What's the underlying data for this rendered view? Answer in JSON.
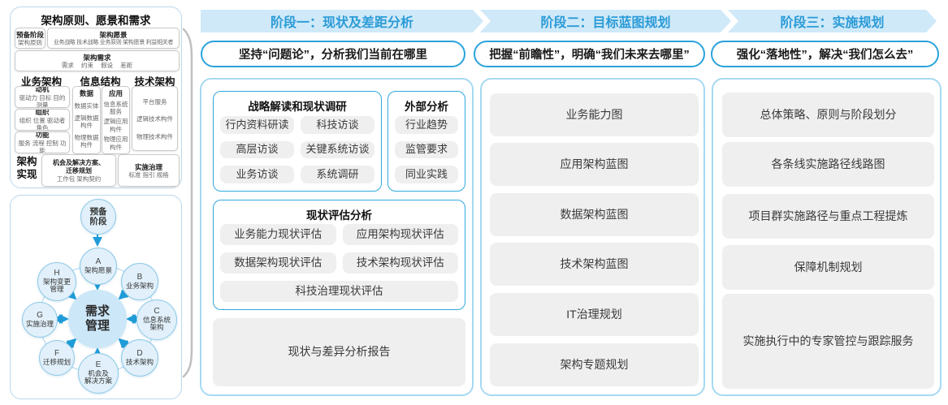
{
  "colors": {
    "band_bg": "#cfe9f8",
    "band_text": "#2b9bd7",
    "accent_border": "#2aa3dc",
    "panel_border": "#a6d9f2",
    "gray_item_bg": "#efefef",
    "arrow_blue": "#1f9cd8"
  },
  "left": {
    "framework": {
      "title": "架构原则、愿景和需求",
      "prep_title": "预备阶段",
      "prep_text": "架构原则",
      "vision_title": "架构愿景",
      "vision_text": "业务战略 技术战略 业务原则 架构愿景 利益相关者",
      "req_title": "架构需求",
      "req_text": "需求 约束 假设 差距",
      "biz_header": "业务架构",
      "biz_boxes": [
        {
          "title": "动机",
          "text": "驱动力 目标 目的 测量"
        },
        {
          "title": "组织",
          "text": "组织 位置 驱动者 角色"
        },
        {
          "title": "功能",
          "text": "服务 流程 控制 功能"
        }
      ],
      "info_header": "信息结构",
      "info_data_title": "数据",
      "info_data_items": [
        "数据实体",
        "逻辑数据构件",
        "物理数据构件"
      ],
      "info_app_title": "应用",
      "info_app_items": [
        "信息系统服务",
        "逻辑应用构件",
        "物理应用构件"
      ],
      "tech_header": "技术架构",
      "tech_items": [
        "平台服务",
        "逻辑技术构件",
        "物理技术构件"
      ],
      "impl_label": "架构\n实现",
      "impl_box1_title": "机会及解决方案、\n迁移规划",
      "impl_box1_text": "工作包 架构契约",
      "impl_box2_title": "实施治理",
      "impl_box2_text": "标准 指引 规格"
    },
    "adm": {
      "prep": "预备\n阶段",
      "center": "需求\n管理",
      "nodes": [
        {
          "letter": "A",
          "name": "架构愿景"
        },
        {
          "letter": "B",
          "name": "业务架构"
        },
        {
          "letter": "C",
          "name": "信息系统\n架构"
        },
        {
          "letter": "D",
          "name": "技术架构"
        },
        {
          "letter": "E",
          "name": "机会及\n解决方案"
        },
        {
          "letter": "F",
          "name": "迁移规划"
        },
        {
          "letter": "G",
          "name": "实施治理"
        },
        {
          "letter": "H",
          "name": "架构变更\n管理"
        }
      ]
    }
  },
  "phases": [
    {
      "header": "阶段一：现状及差距分析",
      "subtitle": "坚持“问题论”，分析我们当前在哪里",
      "groups": [
        {
          "title": "战略解读和现状调研",
          "items": [
            "行内资料研读",
            "科技访谈",
            "高层访谈",
            "关键系统访谈",
            "业务访谈",
            "系统调研"
          ]
        },
        {
          "title": "外部分析",
          "items": [
            "行业趋势",
            "监管要求",
            "同业实践"
          ]
        },
        {
          "title": "现状评估分析",
          "items": [
            "业务能力现状评估",
            "应用架构现状评估",
            "数据架构现状评估",
            "技术架构现状评估",
            "科技治理现状评估"
          ]
        }
      ],
      "report": "现状与差异分析报告"
    },
    {
      "header": "阶段二：目标蓝图规划",
      "subtitle": "把握“前瞻性”，明确“我们未来去哪里”",
      "items": [
        "业务能力图",
        "应用架构蓝图",
        "数据架构蓝图",
        "技术架构蓝图",
        "IT治理规划",
        "架构专题规划"
      ]
    },
    {
      "header": "阶段三：实施规划",
      "subtitle": "强化“落地性”，解决“我们怎么去”",
      "items": [
        "总体策略、原则与阶段划分",
        "各条线实施路径线路图",
        "项目群实施路径与重点工程提炼",
        "保障机制规划",
        "实施执行中的专家管控与跟踪服务"
      ]
    }
  ]
}
